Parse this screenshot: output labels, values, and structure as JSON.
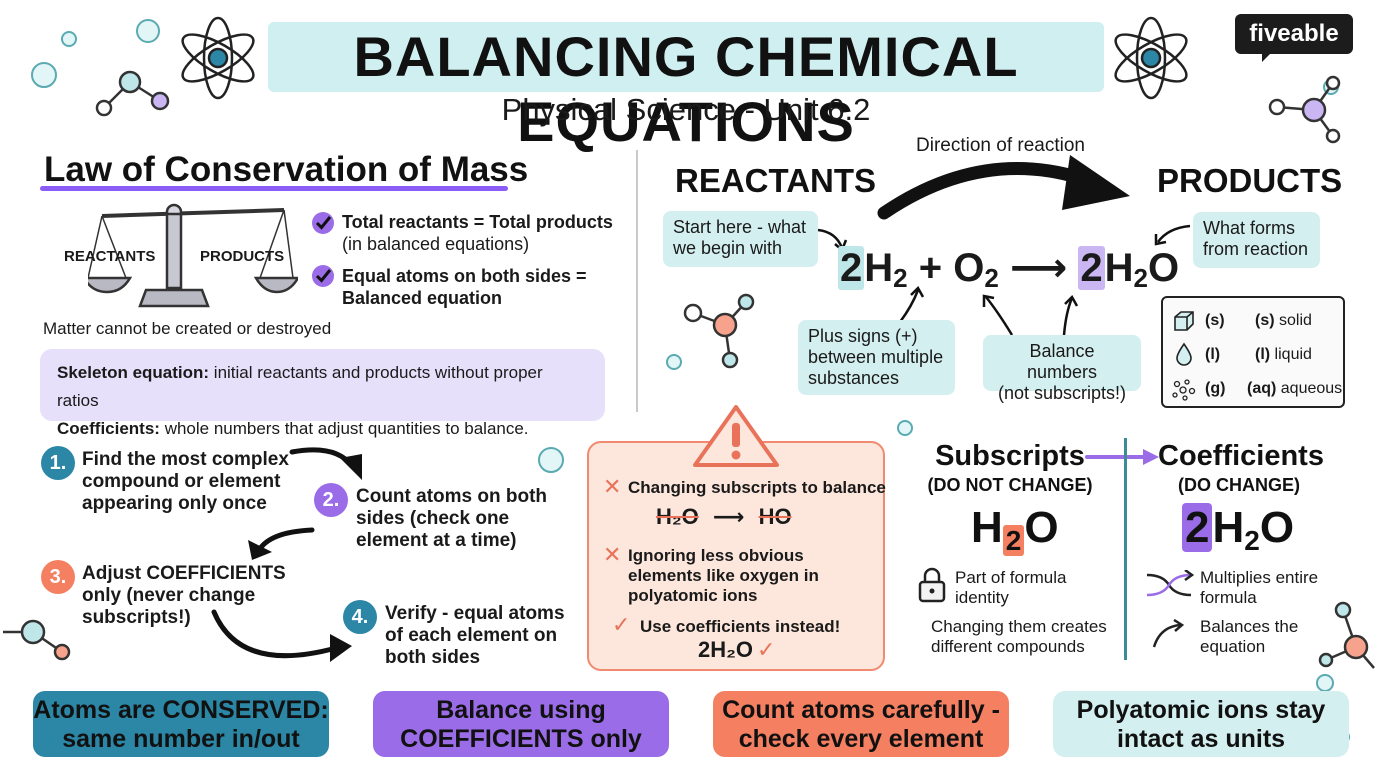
{
  "header": {
    "title": "BALANCING CHEMICAL EQUATIONS",
    "subtitle": "Physical Science - Unit 6.2",
    "logo": "fiveable"
  },
  "law": {
    "title": "Law of Conservation of Mass",
    "scale_left": "REACTANTS",
    "scale_right": "PRODUCTS",
    "check1_bold": "Total reactants = Total products",
    "check1_rest": "(in balanced equations)",
    "check2_line1": "Equal atoms on both sides =",
    "check2_line2": "Balanced equation",
    "matter": "Matter cannot be created or destroyed"
  },
  "definitions": {
    "skeleton_term": "Skeleton equation:",
    "skeleton_text": " initial reactants and products without proper ratios",
    "coeff_term": "Coefficients:",
    "coeff_text": " whole numbers that adjust quantities to balance."
  },
  "reaction": {
    "reactants": "REACTANTS",
    "products": "PRODUCTS",
    "direction": "Direction of reaction",
    "start_line1": "Start here - what",
    "start_line2": "we begin with",
    "forms_line1": "What forms",
    "forms_line2": "from reaction",
    "plus_line1": "Plus signs (+)",
    "plus_line2": "between multiple",
    "plus_line3": "substances",
    "balance_line1": "Balance numbers",
    "balance_line2": "(not subscripts!)",
    "eq_coef1": "2",
    "eq_h": "H",
    "eq_sub2": "2",
    "eq_plus": " + O",
    "eq_arrow": " ⟶ ",
    "eq_coef2": "2",
    "eq_h2o_h": "H",
    "eq_h2o_o": "O"
  },
  "states": [
    {
      "symbol": "(s)",
      "desc_term": "(s)",
      "desc": " solid"
    },
    {
      "symbol": "(l)",
      "desc_term": "(l)",
      "desc": " liquid"
    },
    {
      "symbol": "(g)",
      "desc_term": "(aq)",
      "desc": " aqueous"
    }
  ],
  "steps": [
    {
      "num": "1.",
      "line1": "Find the most complex",
      "line2": "compound or element",
      "line3": "appearing only once",
      "color": "#2c86a5"
    },
    {
      "num": "2.",
      "line1": "Count atoms on both",
      "line2": "sides (check one",
      "line3": "element at a time)",
      "color": "#9b6ce8"
    },
    {
      "num": "3.",
      "line1": "Adjust COEFFICIENTS",
      "line2": "only (never change",
      "line3": "subscripts!)",
      "color": "#f47f61"
    },
    {
      "num": "4.",
      "line1": "Verify - equal atoms",
      "line2": "of each element on",
      "line3": "both sides",
      "color": "#2c86a5"
    }
  ],
  "mistakes": {
    "item1": "Changing subscripts to balance",
    "wrong_from": "H₂O",
    "wrong_arrow": "⟶",
    "wrong_to": "HO",
    "item2_line1": "Ignoring less obvious",
    "item2_line2": "elements like oxygen in",
    "item2_line3": "polyatomic ions",
    "fix": "Use coefficients instead!",
    "fix_formula": "2H₂O"
  },
  "compare": {
    "sub_title": "Subscripts",
    "sub_note": "(DO NOT CHANGE)",
    "sub_formula_h": "H",
    "sub_formula_2": "2",
    "sub_formula_o": "O",
    "sub_point1_line1": "Part of formula",
    "sub_point1_line2": "identity",
    "sub_point2_line1": "Changing them creates",
    "sub_point2_line2": "different compounds",
    "coef_title": "Coefficients",
    "coef_note": "(DO CHANGE)",
    "coef_formula_2": "2",
    "coef_formula_h": "H",
    "coef_formula_sub": "2",
    "coef_formula_o": "O",
    "coef_point1_line1": "Multiplies entire",
    "coef_point1_line2": "formula",
    "coef_point2_line1": "Balances the",
    "coef_point2_line2": "equation"
  },
  "pills": [
    {
      "line1": "Atoms are CONSERVED:",
      "line2": "same number in/out"
    },
    {
      "line1": "Balance using",
      "line2": "COEFFICIENTS only"
    },
    {
      "line1": "Count atoms carefully -",
      "line2": "check every element"
    },
    {
      "line1": "Polyatomic ions stay",
      "line2": "intact as units"
    }
  ],
  "colors": {
    "teal": "#2c86a5",
    "purple": "#9b6ce8",
    "coral": "#f47f61",
    "light_teal": "#d4eff0",
    "lavender": "#e7e0fb"
  }
}
